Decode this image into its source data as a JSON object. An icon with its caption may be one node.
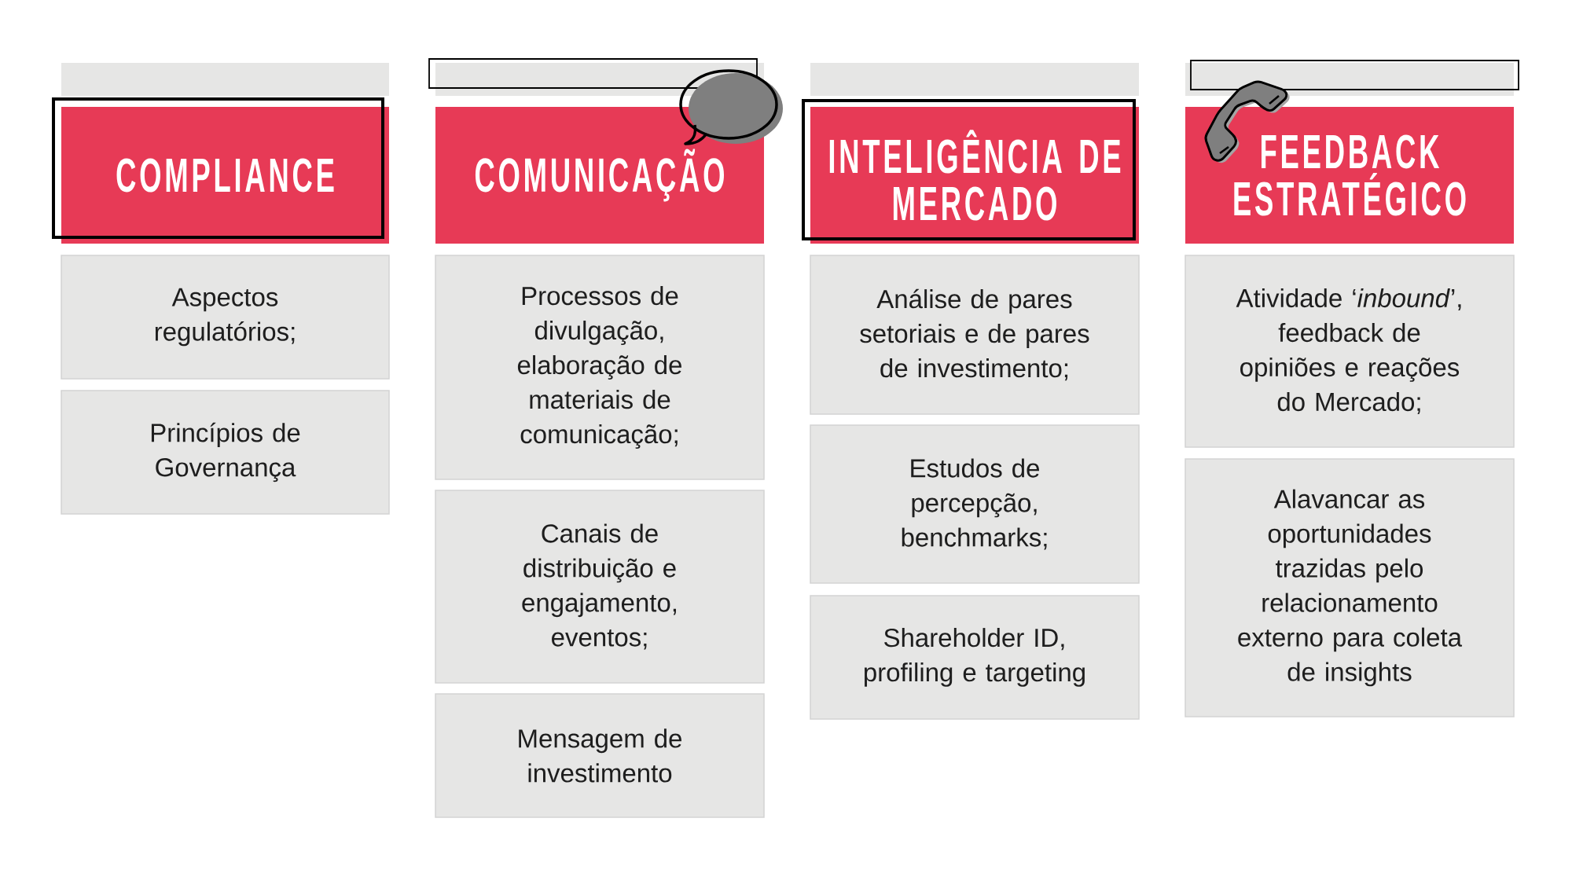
{
  "diagram": {
    "nodes": [
      {
        "text": [],
        "shape": "bar"
      },
      {
        "text": [
          "COMPLIANCE"
        ]
      },
      {
        "text": [
          "Aspectos regulatórios;"
        ]
      },
      {
        "text": [
          "Princípios de Governança"
        ]
      },
      {
        "text": [],
        "shape": "bar"
      },
      {
        "text": [
          "COMUNICAÇÃO"
        ]
      },
      {
        "text": [
          "Processos de divulgação, elaboração de materiais de comunicação;"
        ]
      },
      {
        "text": [
          "Canais de distribuição e engajamento, eventos;"
        ]
      },
      {
        "text": [
          "Mensagem de investimento"
        ]
      },
      {
        "text": [],
        "shape": "bar"
      },
      {
        "text": [
          "INTELIGÊNCIA DE MERCADO"
        ]
      },
      {
        "text": [
          "Análise de pares setoriais e de pares de investimento;"
        ]
      },
      {
        "text": [
          "Estudos de percepção, benchmarks;"
        ]
      },
      {
        "text": [
          "Shareholder ID, profiling e targeting"
        ]
      },
      {
        "text": [],
        "shape": "bar"
      },
      {
        "text": [
          "FEEDBACK ESTRATÉGICO"
        ]
      },
      {
        "text": [
          "Atividade ‘*inbound*’, feedback de opiniões e reações do Mercado;"
        ]
      },
      {
        "text": [
          "Alavancar as oportunidades trazidas pelo relacionamento externo para coleta de insights"
        ]
      }
    ]
  }
}
